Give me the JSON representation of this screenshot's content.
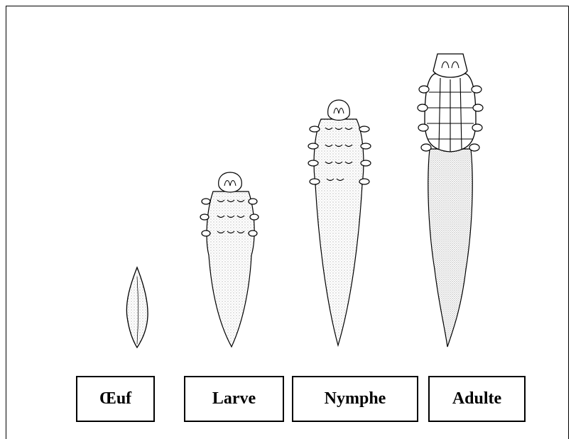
{
  "stages": [
    {
      "key": "oeuf",
      "label": "Œuf"
    },
    {
      "key": "larve",
      "label": "Larve"
    },
    {
      "key": "nymphe",
      "label": "Nymphe"
    },
    {
      "key": "adulte",
      "label": "Adulte"
    }
  ],
  "colors": {
    "ink": "#000000",
    "stipple": "#888888",
    "background": "#ffffff"
  }
}
